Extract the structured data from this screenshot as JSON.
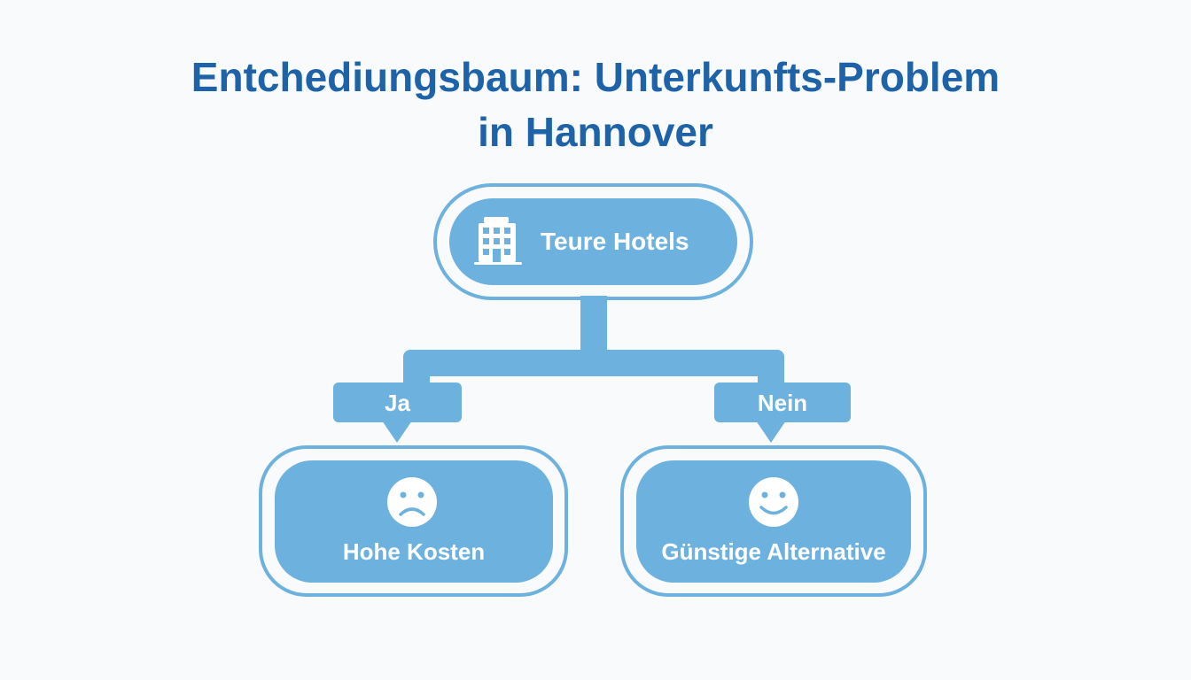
{
  "title": {
    "line1": "Entchediungsbaum: Unterkunfts-Problem",
    "line2": "in Hannover"
  },
  "colors": {
    "title": "#1e63a8",
    "node_fill": "#6db1de",
    "node_outline": "#6db1de",
    "text_on_node": "#ffffff",
    "background": "#f8fafc"
  },
  "root": {
    "label": "Teure Hotels",
    "icon": "hotel-building-icon"
  },
  "branches": [
    {
      "label": "Ja",
      "leaf": {
        "label": "Hohe Kosten",
        "icon": "sad-face-icon"
      }
    },
    {
      "label": "Nein",
      "leaf": {
        "label": "Günstige Alternative",
        "icon": "happy-face-icon"
      }
    }
  ]
}
